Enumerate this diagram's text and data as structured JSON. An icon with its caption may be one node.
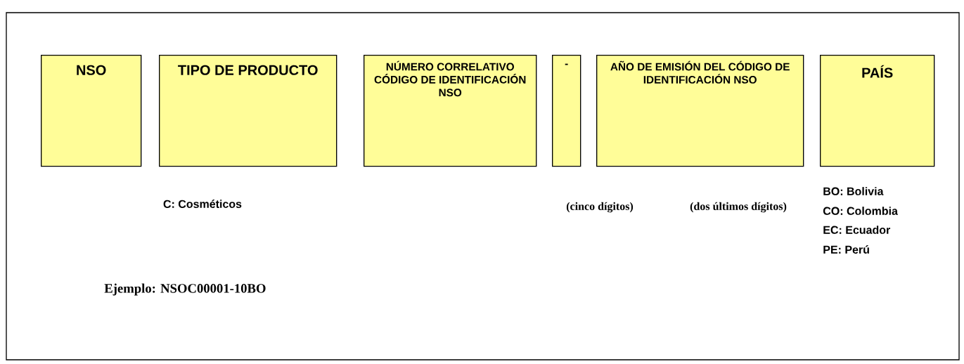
{
  "diagram": {
    "nodes": [
      {
        "text": [
          "NSO"
        ]
      },
      {
        "text": [
          "TIPO DE PRODUCTO"
        ]
      },
      {
        "text": [
          "NÚMERO CORRELATIVO CÓDIGO  DE IDENTIFICACIÓN NSO"
        ]
      },
      {
        "text": [
          "-"
        ]
      },
      {
        "text": [
          "AÑO DE EMISIÓN DEL CÓDIGO DE IDENTIFICACIÓN NSO"
        ]
      },
      {
        "text": [
          "PAÍS"
        ]
      }
    ],
    "labels": [
      "BO: Bolivia",
      "C: Cosméticos",
      "(cinco dígitos)",
      "(dos últimos dígitos)",
      "CO: Colombia",
      "EC: Ecuador",
      "PE: Perú",
      "Ejemplo: NSOC00001-10BO"
    ]
  }
}
